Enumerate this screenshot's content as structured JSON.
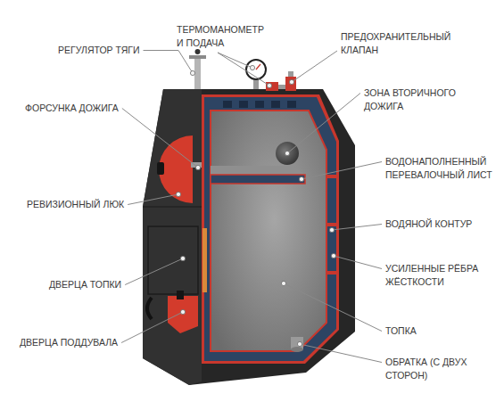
{
  "diagram": {
    "labels": [
      "РЕГУЛЯТОР ТЯГИ",
      "ТЕРМОМАНОМЕТР И ПОДАЧА",
      "ПРЕДОХРАНИТЕЛЬНЫЙ КЛАПАН",
      "ФОРСУНКА ДОЖИГА",
      "ЗОНА ВТОРИЧНОГО ДОЖИГА",
      "ВОДОНАПОЛНЕННЫЙ ПЕРЕВАЛОЧНЫЙ ЛИСТ",
      "РЕВИЗИОННЫЙ ЛЮК",
      "ВОДЯНОЙ КОНТУР",
      "УСИЛЕННЫЕ РЁБРА ЖЁСТКОСТИ",
      "ДВЕРЦА ТОПКИ",
      "ТОПКА",
      "ДВЕРЦА ПОДДУВАЛА",
      "ОБРАТКА (С ДВУХ СТОРОН)"
    ]
  }
}
